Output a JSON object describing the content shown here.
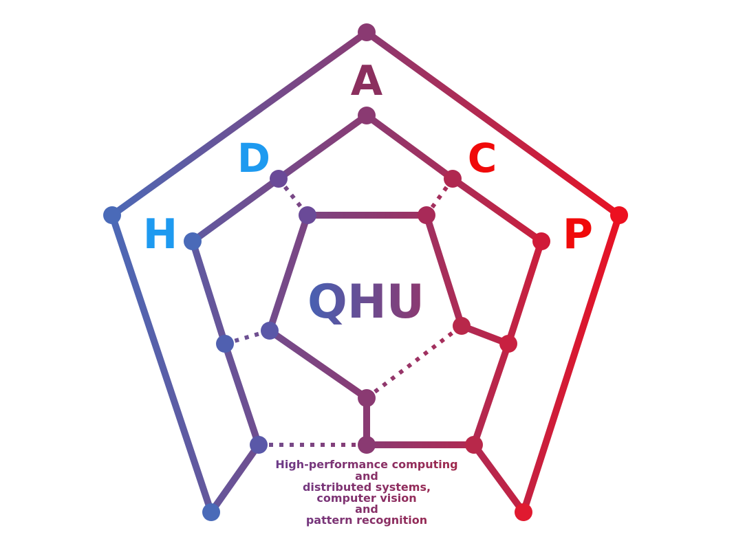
{
  "labels": {
    "a": "A",
    "c": "C",
    "d": "D",
    "h": "H",
    "p": "P"
  },
  "center_title": "QHU",
  "caption": {
    "line1": "High-performance computing",
    "line2": "and",
    "line3": "distributed systems,",
    "line4": "computer vision",
    "line5": "and",
    "line6": "pattern recognition"
  },
  "colors": {
    "blue": "#4a6ab8",
    "red": "#e8101e",
    "purple": "#8a3a72",
    "label_blue": "#1e9af0",
    "label_red": "#f00a0a",
    "label_purple": "#8b2f5e",
    "title_gradient_left": "#4a5fb0",
    "title_gradient_right": "#8a3a72",
    "caption_gradient_left": "#6a3a8a",
    "caption_gradient_right": "#a0284a"
  }
}
